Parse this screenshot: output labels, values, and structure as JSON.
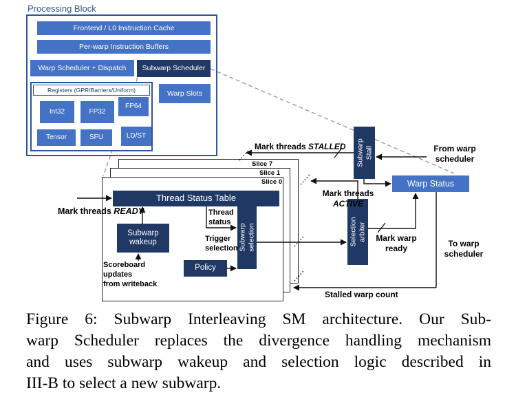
{
  "colors": {
    "medium_blue": "#4472C4",
    "dark_navy": "#1F3864",
    "border_blue": "#2E5597",
    "sheet_border": "#1d2433",
    "line_color": "#111111",
    "dash_color": "#9b9b9b"
  },
  "processing_block": {
    "title": "Processing Block",
    "frontend": "Frontend / L0 Instruction Cache",
    "buffers": "Per-warp Instruction Buffers",
    "warp_scheduler": "Warp Scheduler + Dispatch",
    "subwarp_scheduler": "Subwarp Scheduler",
    "warp_slots": "Warp Slots",
    "registers": "Registers (GPR/Barriers/Uniform)",
    "units": {
      "int32": "Int32",
      "fp32": "FP32",
      "fp64": "FP64",
      "tensor": "Tensor",
      "sfu": "SFU",
      "ldst": "LD/ST"
    }
  },
  "detail": {
    "slices": {
      "s7": "Slice 7",
      "s1": "Slice 1",
      "s0": "Slice 0"
    },
    "thread_status_table": "Thread Status Table",
    "subwarp_wakeup": "Subwarp wakeup",
    "subwarp_selection": "Subwarp selection",
    "policy": "Policy",
    "selection_arbiter": "Selection arbiter",
    "subwarp_stall": "Subwarp Stall",
    "warp_status": "Warp Status",
    "labels": {
      "mark_threads": "Mark threads",
      "stalled": "STALLED",
      "ready": "READY",
      "active": "ACTIVE",
      "thread": "Thread",
      "status": "status",
      "trigger": "Trigger",
      "selection": "selection",
      "scoreboard1": "Scoreboard",
      "scoreboard2": "updates",
      "scoreboard3": "from writeback",
      "from_warp1": "From warp",
      "from_warp2": "scheduler",
      "to_warp1": "To warp",
      "to_warp2": "scheduler",
      "mark_warp1": "Mark warp",
      "mark_warp2": "ready",
      "stalled_warp_count": "Stalled warp count"
    }
  },
  "caption": {
    "line1": "Figure 6: Subwarp Interleaving SM architecture. Our Sub-",
    "line2": "warp Scheduler replaces the divergence handling mechanism",
    "line3": "and uses subwarp wakeup and selection logic described in",
    "line4": "III-B to select a new subwarp."
  }
}
